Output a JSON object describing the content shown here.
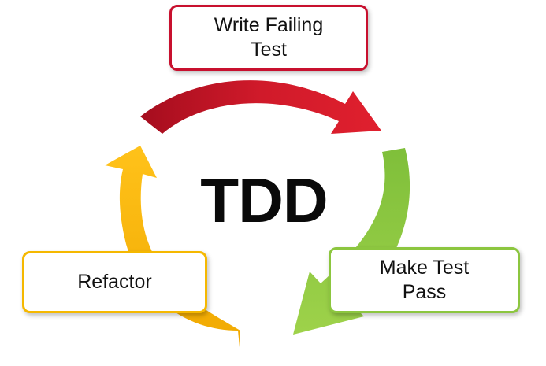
{
  "diagram": {
    "center_label": "TDD",
    "steps": [
      {
        "line1": "Write Failing",
        "line2": "Test",
        "color": "#c8102e"
      },
      {
        "line1": "Make Test",
        "line2": "Pass",
        "color": "#8cc63f"
      },
      {
        "line1": "Refactor",
        "line2": "",
        "color": "#f5b800"
      }
    ]
  }
}
